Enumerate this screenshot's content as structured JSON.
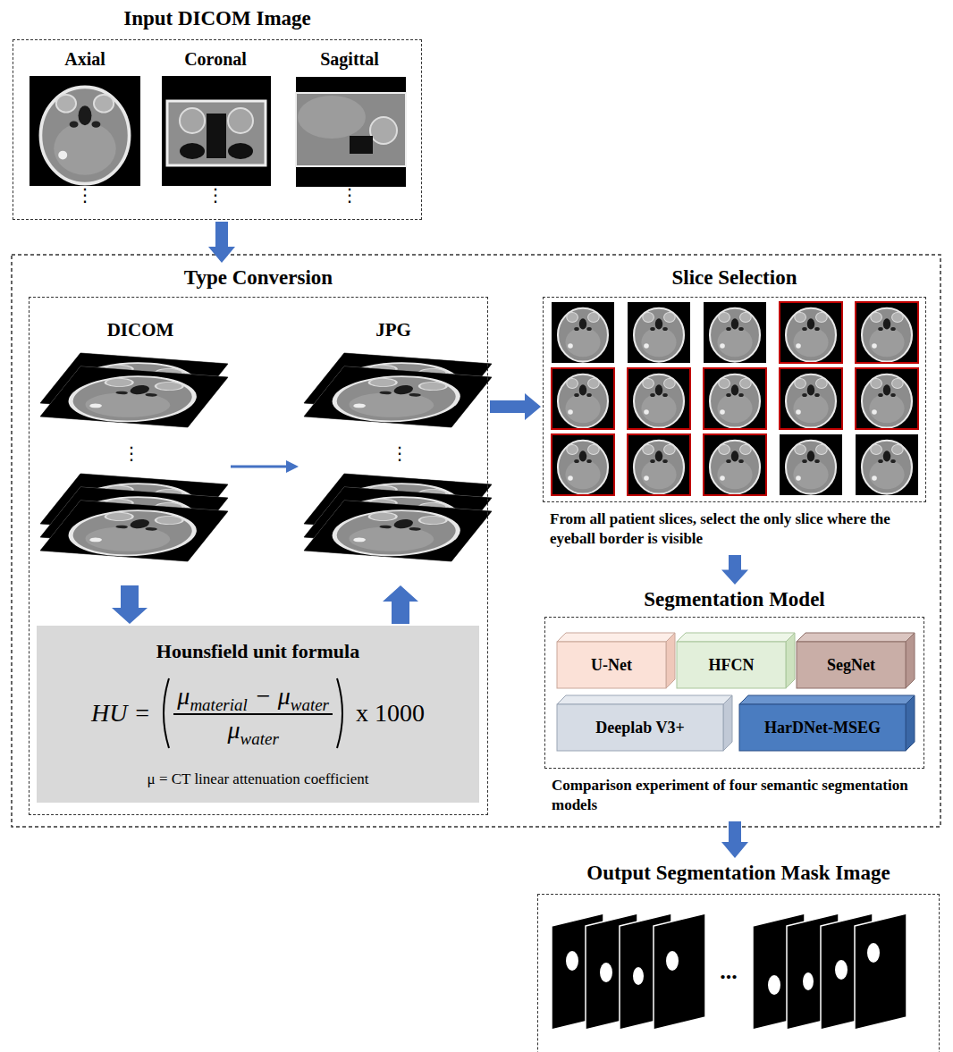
{
  "diagram": {
    "nodes": [
      {
        "text": [
          "Input DICOM Image"
        ]
      },
      {
        "text": [
          "Type Conversion"
        ]
      },
      {
        "text": [
          "Hounsfield unit formula",
          "HU =",
          "μ",
          "material",
          "− μ",
          "water",
          "μ",
          "water",
          "x 1000",
          "μ = CT linear attenuation coefficient"
        ],
        "in": 1
      },
      {
        "text": [
          "Slice Selection",
          "From all patient slices, select the only slice where the eyeball border is visible"
        ]
      },
      {
        "text": [
          "Segmentation Model",
          "Comparison experiment of four semantic segmentation models"
        ]
      },
      {
        "text": [
          "U-Net"
        ],
        "in": 4
      },
      {
        "text": [
          "HFCN"
        ],
        "in": 4
      },
      {
        "text": [
          "SegNet"
        ],
        "in": 4
      },
      {
        "text": [
          "Deeplab V3+"
        ],
        "in": 4
      },
      {
        "text": [
          "HarDNet-MSEG"
        ],
        "in": 4
      },
      {
        "text": [
          "Output Segmentation Mask Image"
        ]
      }
    ],
    "edges": [
      {
        "from": 0,
        "to": 1,
        "arrow": "to"
      },
      {
        "from": 1,
        "to": 3,
        "arrow": "to"
      },
      {
        "from": 3,
        "to": 4,
        "arrow": "to"
      },
      {
        "from": 4,
        "to": 10,
        "arrow": "to"
      }
    ],
    "labels": [
      "Axial",
      "Coronal",
      "Sagittal",
      "⋮",
      "⋮",
      "⋮",
      "DICOM",
      "JPG",
      "⋮",
      "⋮",
      "..."
    ]
  }
}
